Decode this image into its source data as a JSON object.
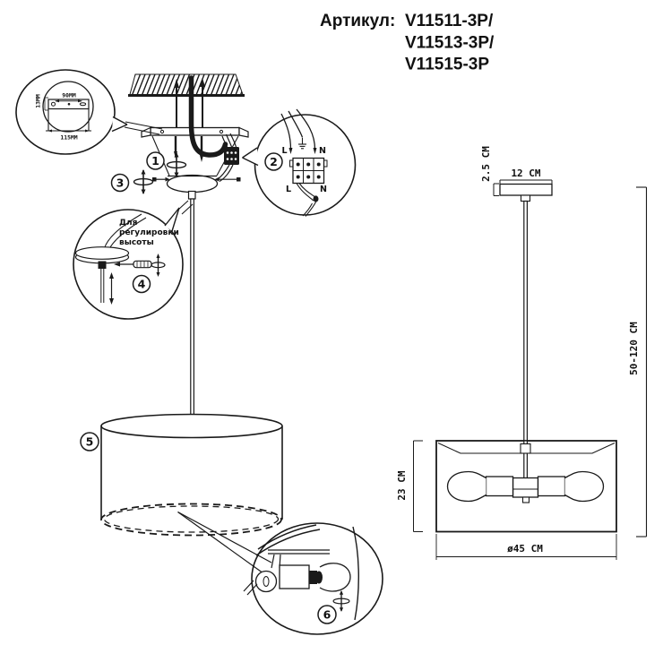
{
  "title": {
    "label": "Артикул:",
    "models": [
      "V11511-3P/",
      "V11513-3P/",
      "V11515-3P"
    ]
  },
  "callouts": [
    "1",
    "2",
    "3",
    "4",
    "5",
    "6"
  ],
  "bracket_detail": {
    "bar_height": "13MM",
    "hole_spacing": "90MM",
    "plate_width": "115MM"
  },
  "wiring_detail": {
    "top_live": "L",
    "top_neutral": "N",
    "bottom_live": "L",
    "bottom_neutral": "N",
    "ground_icon": "earth-ground"
  },
  "height_note": {
    "lines": [
      "Для",
      "регулировки",
      "высоты"
    ]
  },
  "dimensions": {
    "canopy_height": "2.5 CM",
    "canopy_width": "12 CM",
    "suspension_range": "50-120 CM",
    "shade_height": "23 CM",
    "shade_diameter": "ø45 CM"
  }
}
